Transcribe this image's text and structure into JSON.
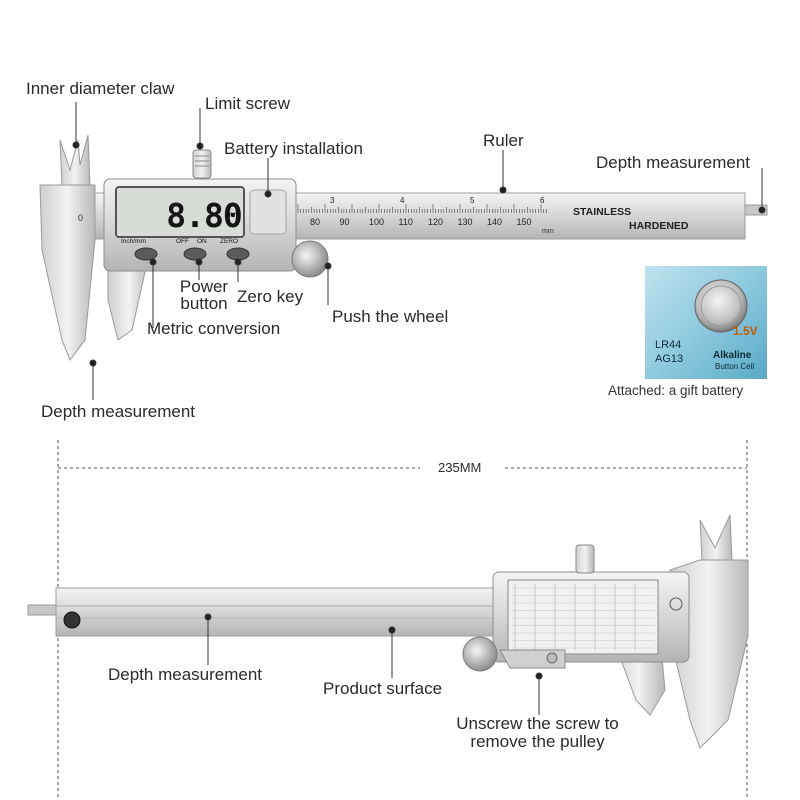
{
  "labels": {
    "inner_diameter_claw": "Inner diameter claw",
    "limit_screw": "Limit screw",
    "battery_installation": "Battery installation",
    "ruler": "Ruler",
    "depth_measurement_top_right": "Depth measurement",
    "power_button_line1": "Power",
    "power_button_line2": "button",
    "zero_key": "Zero key",
    "metric_conversion": "Metric conversion",
    "push_the_wheel": "Push the wheel",
    "depth_measurement_left": "Depth measurement",
    "length_dimension": "235MM",
    "depth_measurement_bottom": "Depth measurement",
    "product_surface": "Product surface",
    "unscrew_line1": "Unscrew the screw to",
    "unscrew_line2": "remove the pulley"
  },
  "caliper": {
    "display_value": "8.80",
    "display_unit": "mm",
    "button_labels": [
      "Inch/mm",
      "OFF",
      "ON",
      "ZERO"
    ],
    "scale_numbers": [
      "80",
      "90",
      "100",
      "110",
      "120",
      "130",
      "140",
      "150"
    ],
    "scale_unit": "mm",
    "inch_numbers": [
      "3",
      "4",
      "5",
      "6"
    ],
    "body_text_1": "STAINLESS",
    "body_text_2": "HARDENED"
  },
  "battery": {
    "model_1": "LR44",
    "model_2": "AG13",
    "voltage": "1.5V",
    "type": "Alkaline",
    "type_sub": "Button Cell",
    "caption": "Attached: a gift battery"
  },
  "colors": {
    "steel_light": "#e6e6e6",
    "steel_mid": "#c9c9c9",
    "steel_dark": "#9a9a9a",
    "lcd_bg": "#d8dcd6",
    "battery_bg": "#8ec9de",
    "dot": "#222222"
  }
}
